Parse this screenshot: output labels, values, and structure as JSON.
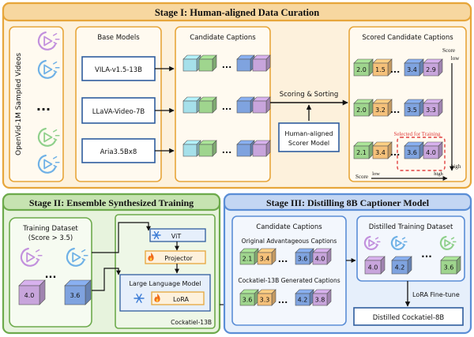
{
  "stage1": {
    "title": "Stage I: Human-aligned Data Curation",
    "videos_label": "OpenVid-1M Sampled Videos",
    "dots": "...",
    "base_models_title": "Base Models",
    "models": [
      "VILA-v1.5-13B",
      "LLaVA-Video-7B",
      "Aria3.5Bx8"
    ],
    "candidate_title": "Candidate Captions",
    "scoring_label": "Scoring & Sorting",
    "scorer_label": [
      "Human-aligned",
      "Scorer Model"
    ],
    "scored_title": "Scored Candidate Captions",
    "scored_rows": [
      [
        "2.0",
        "1.5",
        "3.4",
        "2.9"
      ],
      [
        "2.0",
        "3.2",
        "3.5",
        "3.3"
      ],
      [
        "2.1",
        "3.4",
        "3.6",
        "4.0"
      ]
    ],
    "selected_label": "Selected for Training",
    "axis_score_top": "Score",
    "axis_low_top": "low",
    "axis_high_right": "high",
    "axis_score_bottom": "Score",
    "axis_low_bottom": "low",
    "axis_high_bottom": "high"
  },
  "stage2": {
    "title": "Stage II: Ensemble Synthesized Training",
    "dataset_title": "Training Dataset",
    "dataset_subtitle": "(Score > 3.5)",
    "cube_values": [
      "4.0",
      "3.6"
    ],
    "vit_label": "ViT",
    "projector_label": "Projector",
    "llm_label": "Large Language Model",
    "lora_label": "LoRA",
    "model_name": "Cockatiel-13B"
  },
  "stage3": {
    "title": "Stage III: Distilling 8B Captioner Model",
    "candidate_title": "Candidate Captions",
    "orig_label": "Original Advantageous Captions",
    "orig_values": [
      "2.1",
      "3.4",
      "3.6",
      "4.0"
    ],
    "gen_label": "Cockatiel-13B Generated Captions",
    "gen_values": [
      "3.6",
      "3.3",
      "4.2",
      "3.8"
    ],
    "distilled_title": "Distilled Training Dataset",
    "distilled_values": [
      "4.0",
      "4.2",
      "3.6"
    ],
    "finetune_label": "LoRA Fine-tune",
    "output_label": "Distilled Cockatiel-8B"
  },
  "colors": {
    "orange_border": "#e7a63b",
    "orange_fill": "#fdf1dc",
    "green_border": "#6daa4c",
    "green_fill": "#e7f3dd",
    "blue_border": "#5b8ed6",
    "blue_fill": "#e6effb",
    "model_box": "#2f5d9e",
    "cube_green": "#9fd58e",
    "cube_orange": "#f5c17a",
    "cube_blue": "#7fa3df",
    "cube_purple": "#c8a5dc",
    "cube_cyan": "#a6e0ea",
    "selected_red": "#e04040"
  },
  "icons": [
    "video-play-icon",
    "snowflake-icon",
    "fire-icon"
  ]
}
